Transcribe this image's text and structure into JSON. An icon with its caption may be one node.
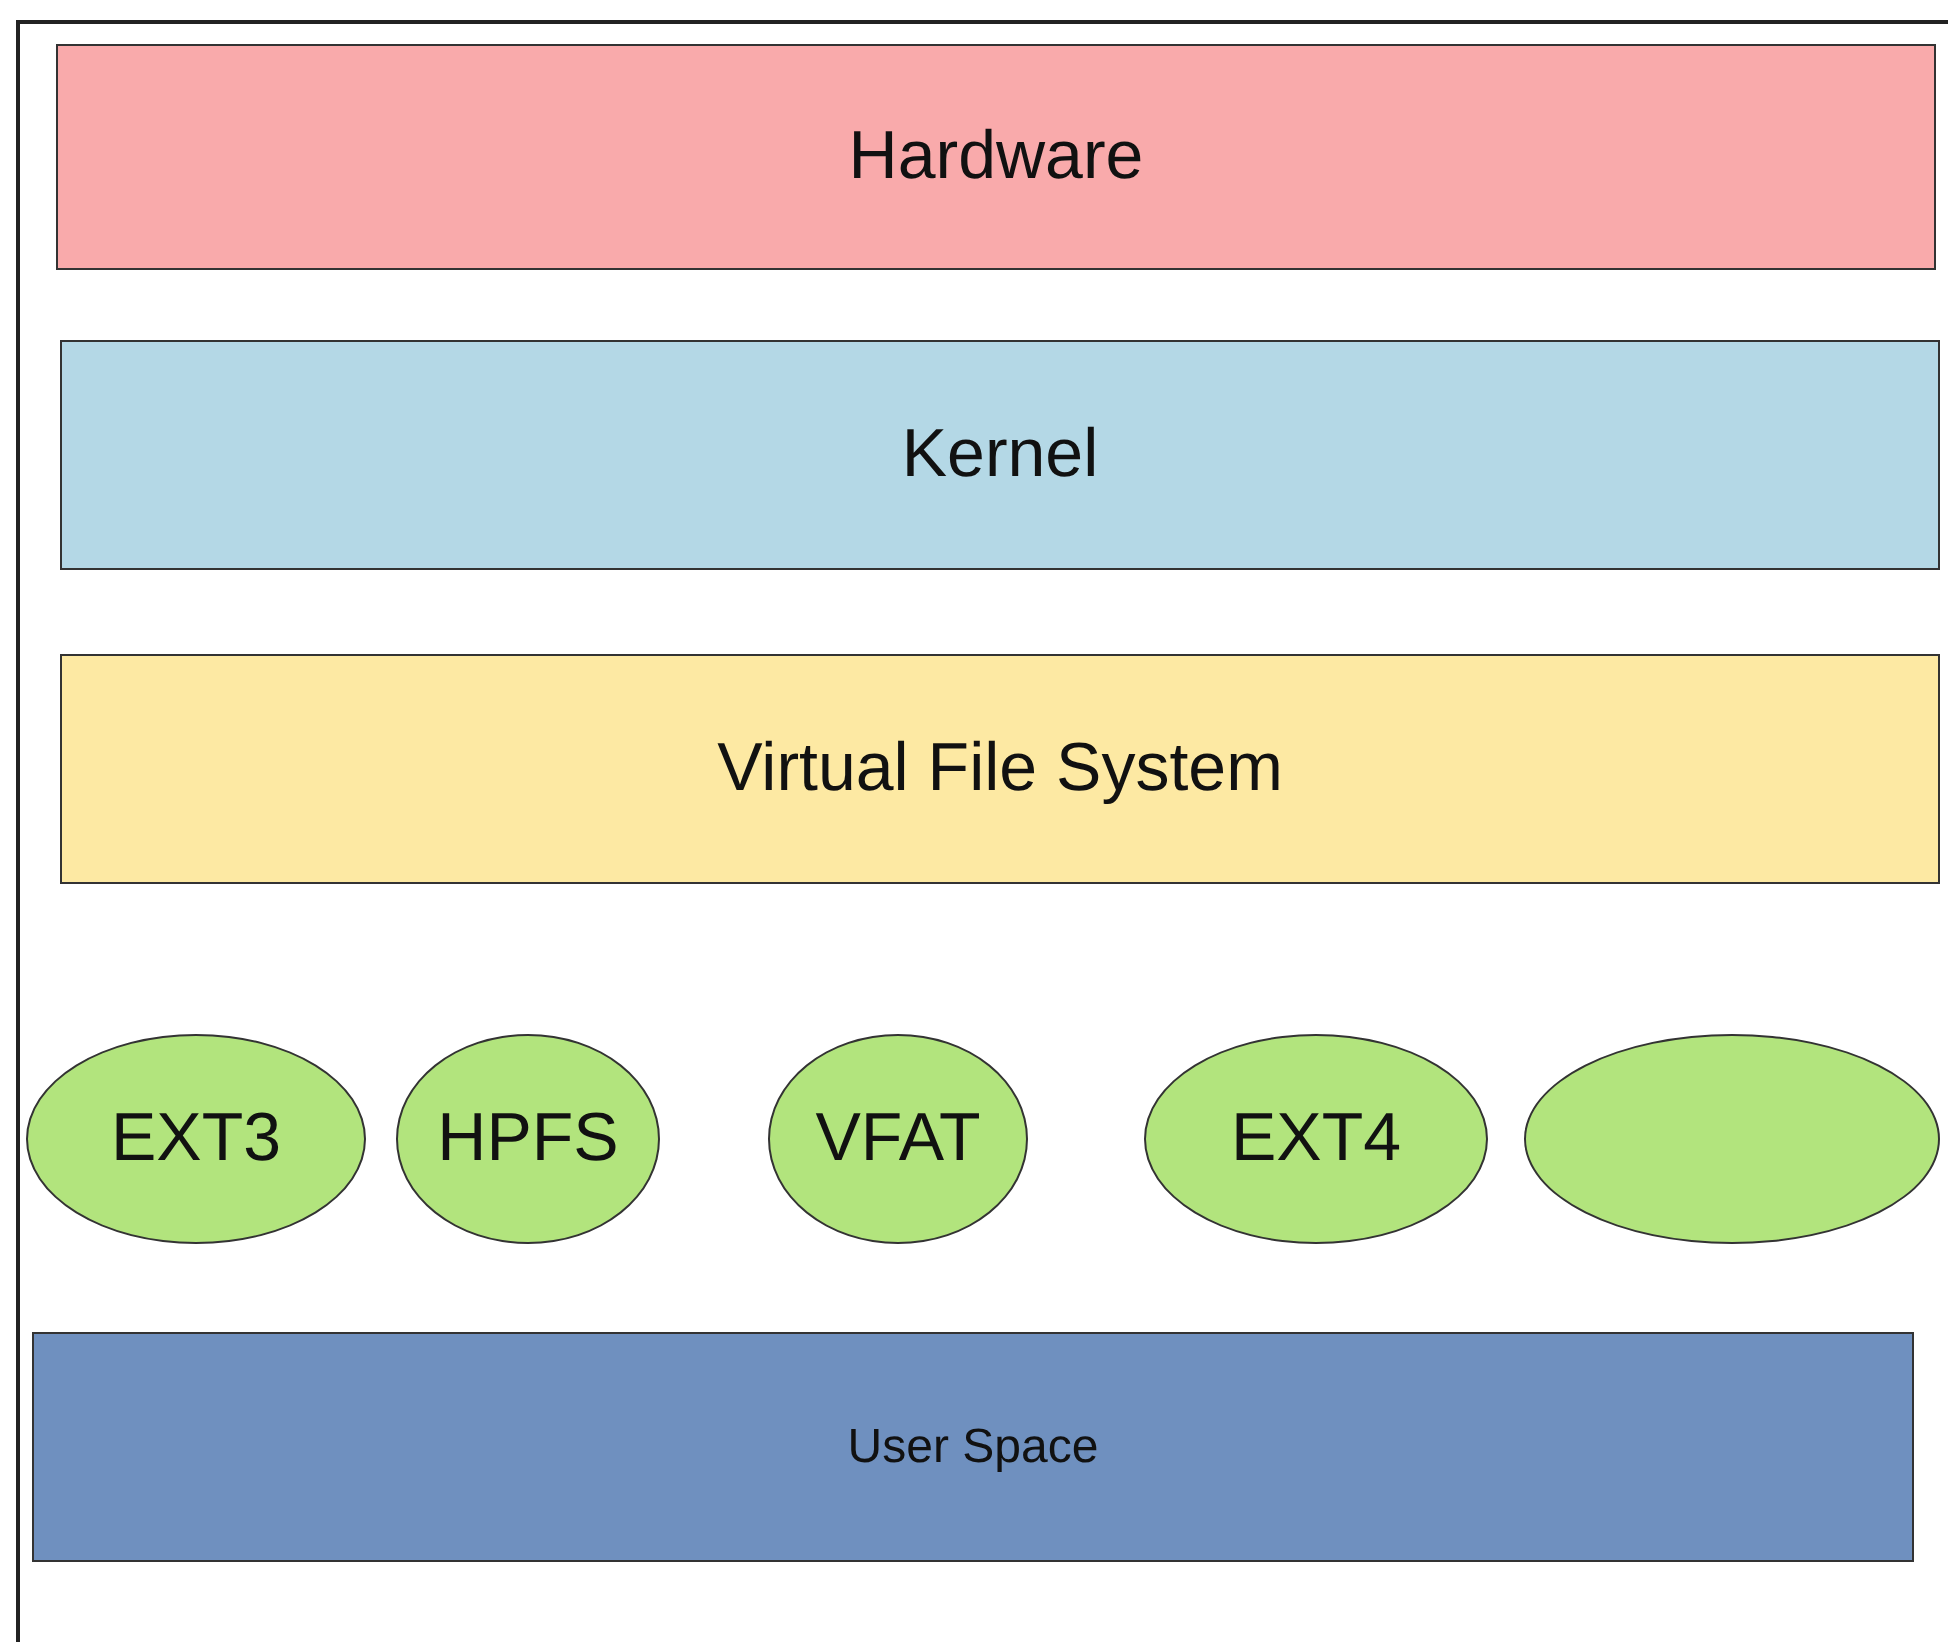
{
  "diagram": {
    "nodes": [
      {
        "text": [
          "Hardware"
        ]
      },
      {
        "text": [
          "Kernel"
        ]
      },
      {
        "text": [
          "Virtual File System"
        ]
      },
      {
        "text": [
          "EXT3"
        ]
      },
      {
        "text": [
          "HPFS"
        ]
      },
      {
        "text": [
          "VFAT"
        ]
      },
      {
        "text": [
          "EXT4"
        ]
      },
      {
        "text": [],
        "shape": "circle"
      },
      {
        "text": [
          "User Space"
        ]
      }
    ]
  }
}
